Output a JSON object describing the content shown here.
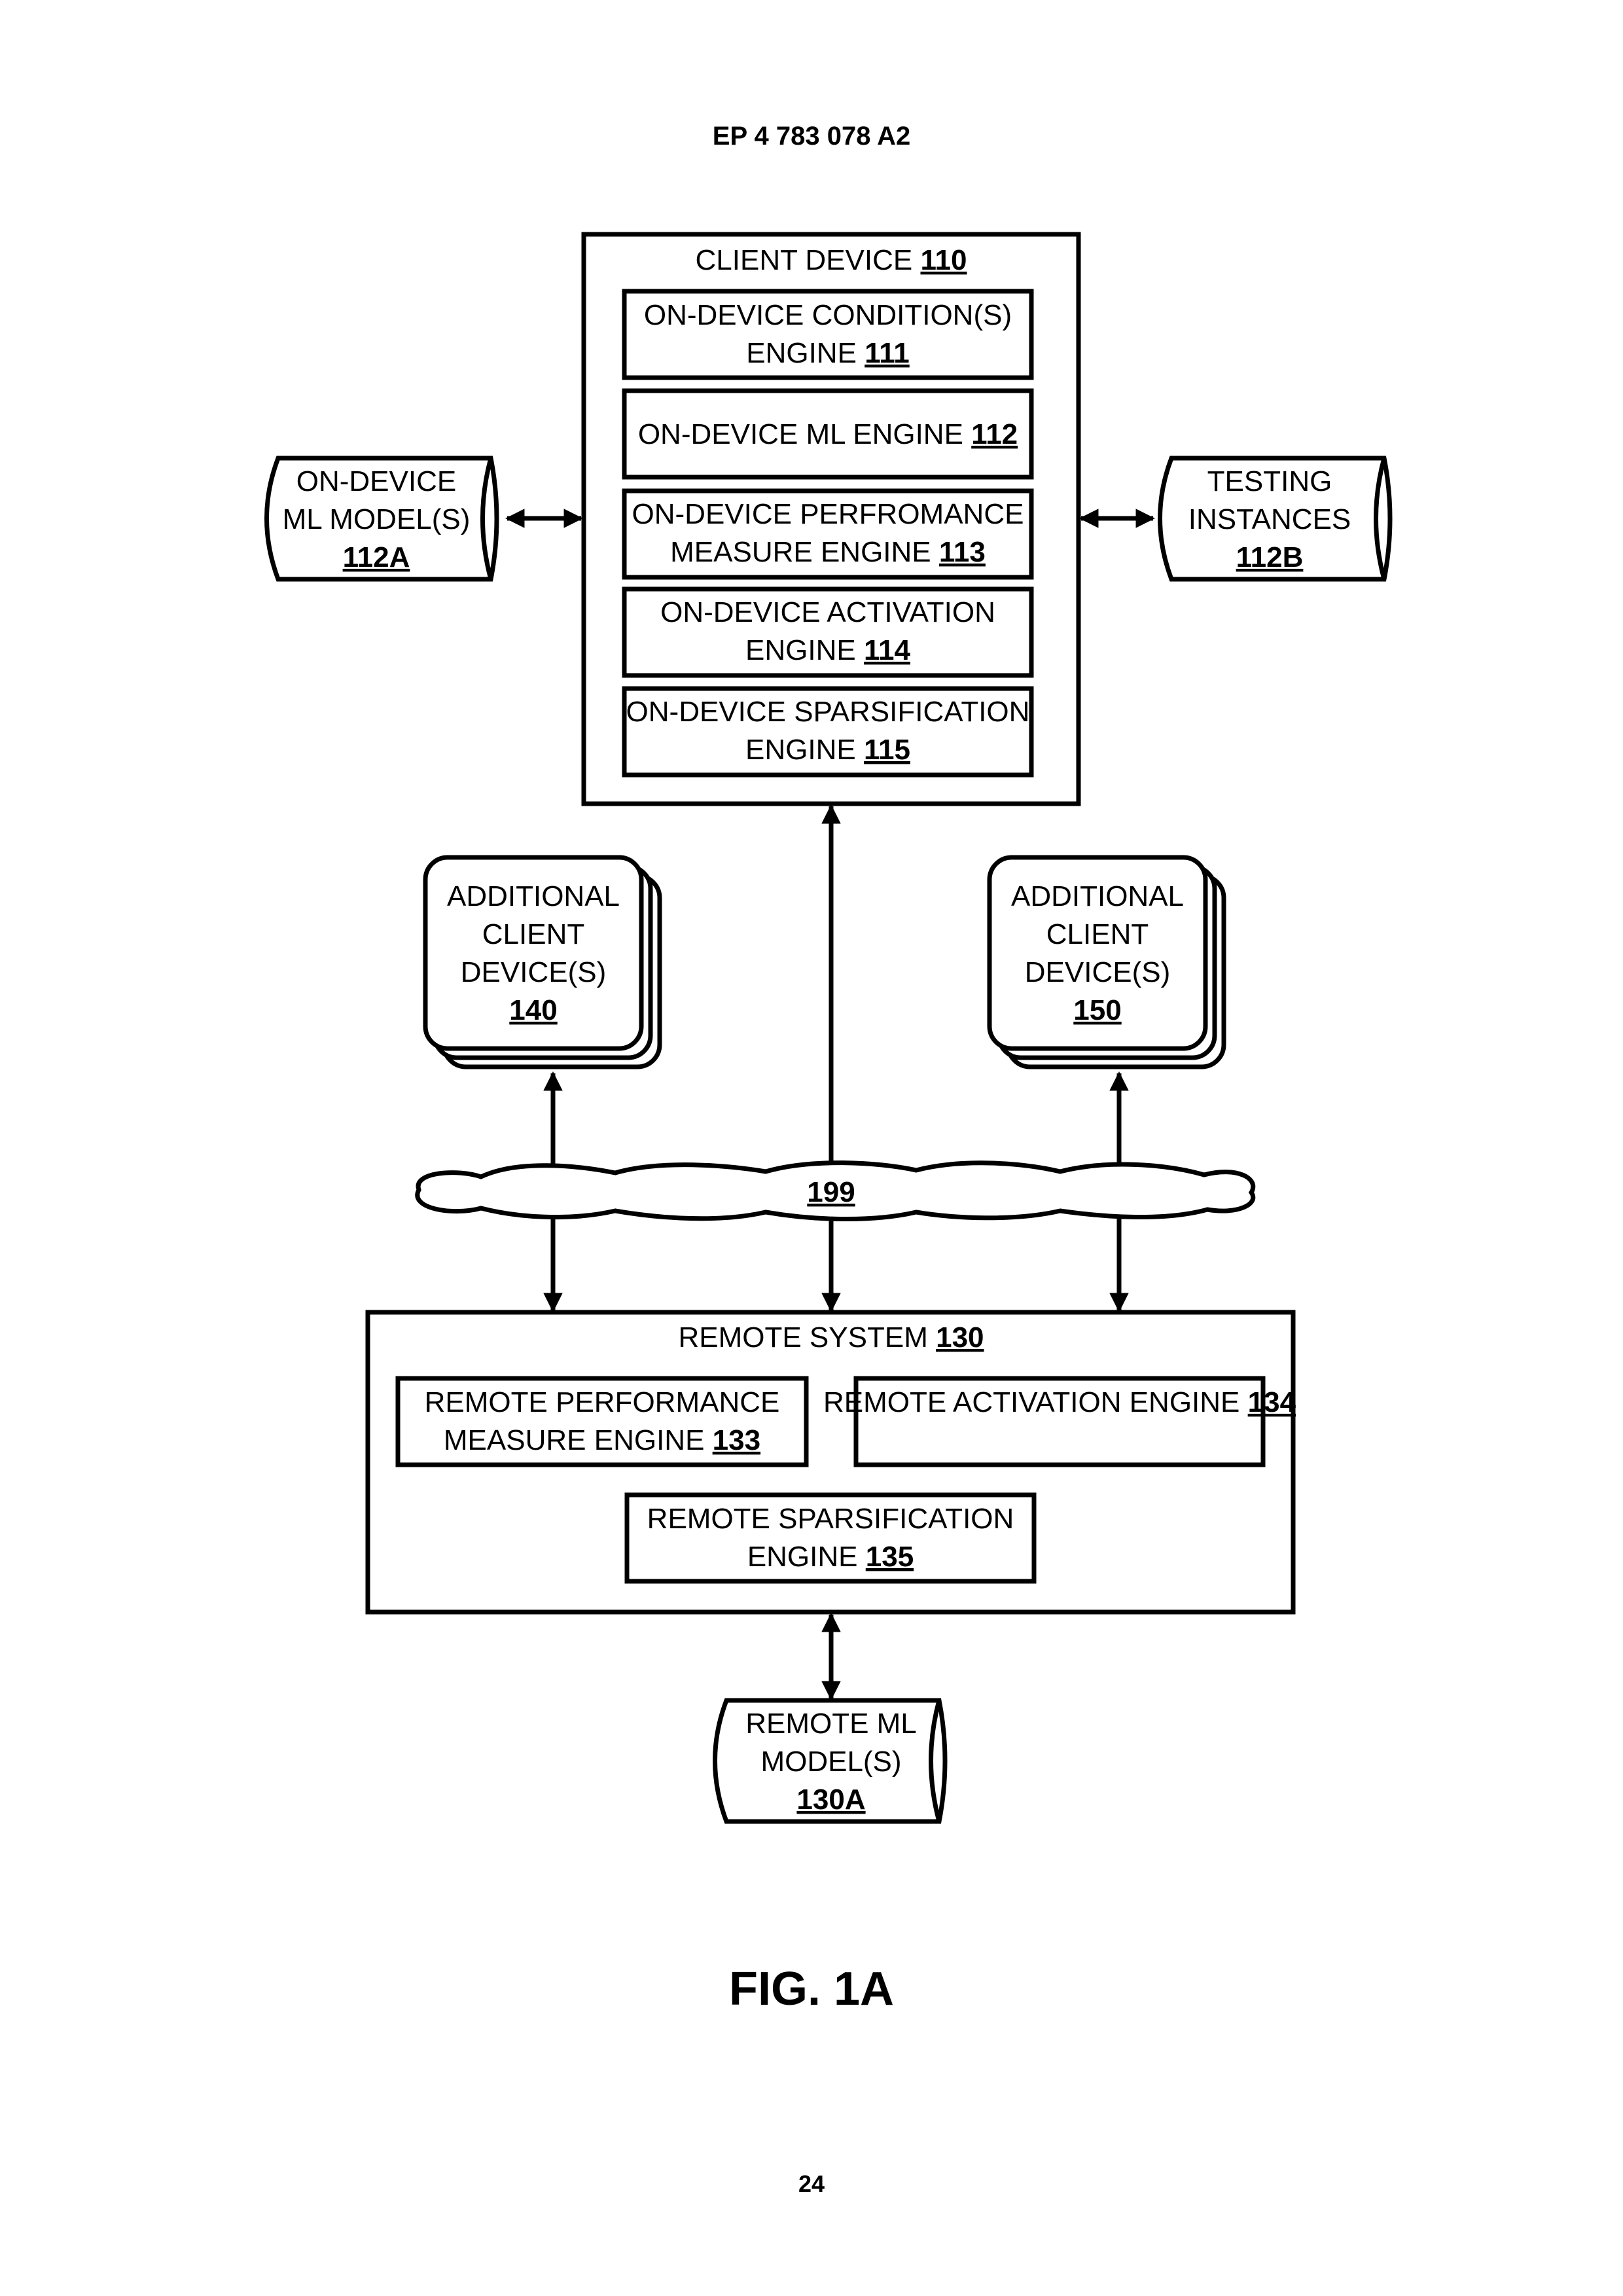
{
  "header": "EP 4 783 078 A2",
  "figure_label": "FIG. 1A",
  "page_number": "24",
  "client_device": {
    "title": "CLIENT DEVICE",
    "ref": "110",
    "engines": [
      {
        "lines": [
          "ON-DEVICE CONDITION(S)",
          "ENGINE"
        ],
        "ref": "111"
      },
      {
        "lines": [
          "ON-DEVICE ML ENGINE"
        ],
        "ref": "112"
      },
      {
        "lines": [
          "ON-DEVICE PERFROMANCE",
          "MEASURE ENGINE"
        ],
        "ref": "113"
      },
      {
        "lines": [
          "ON-DEVICE ACTIVATION",
          "ENGINE"
        ],
        "ref": "114"
      },
      {
        "lines": [
          "ON-DEVICE SPARSIFICATION",
          "ENGINE"
        ],
        "ref": "115"
      }
    ]
  },
  "ml_models": {
    "lines": [
      "ON-DEVICE",
      "ML MODEL(S)"
    ],
    "ref": "112A"
  },
  "testing_instances": {
    "lines": [
      "TESTING",
      "INSTANCES"
    ],
    "ref": "112B"
  },
  "additional_140": {
    "lines": [
      "ADDITIONAL",
      "CLIENT",
      "DEVICE(S)"
    ],
    "ref": "140"
  },
  "additional_150": {
    "lines": [
      "ADDITIONAL",
      "CLIENT",
      "DEVICE(S)"
    ],
    "ref": "150"
  },
  "network": {
    "ref": "199"
  },
  "remote_system": {
    "title": "REMOTE SYSTEM",
    "ref": "130",
    "engines": [
      {
        "lines": [
          "REMOTE PERFORMANCE",
          "MEASURE ENGINE"
        ],
        "ref": "133"
      },
      {
        "lines": [
          "REMOTE ACTIVATION ENGINE"
        ],
        "ref": "134"
      },
      {
        "lines": [
          "REMOTE SPARSIFICATION",
          "ENGINE"
        ],
        "ref": "135"
      }
    ]
  },
  "remote_models": {
    "lines": [
      "REMOTE ML",
      "MODEL(S)"
    ],
    "ref": "130A"
  }
}
